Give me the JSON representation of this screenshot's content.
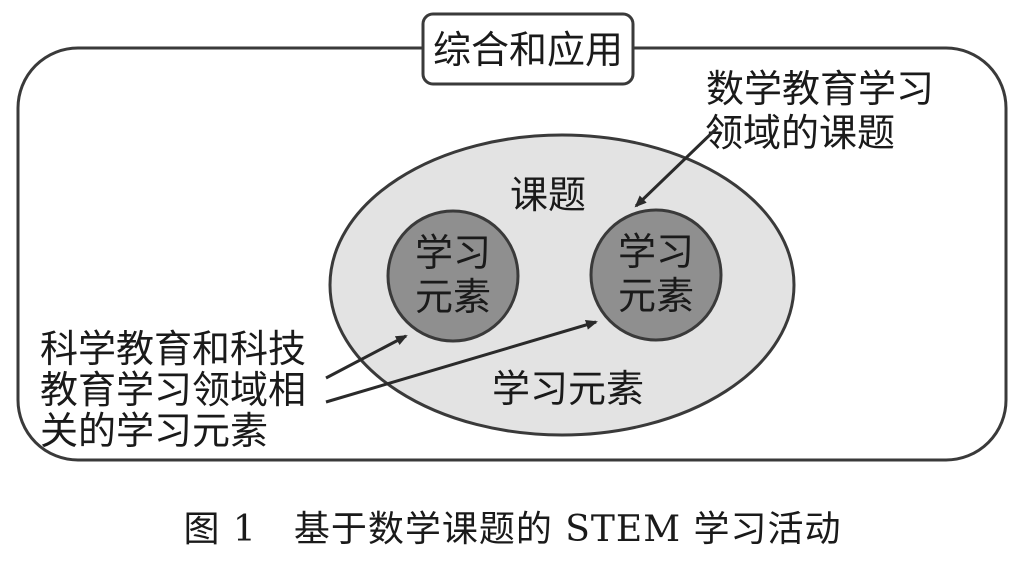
{
  "outer_box": {
    "title": "综合和应用"
  },
  "topic_ellipse": {
    "label": "课题",
    "bottom_label": "学习元素"
  },
  "circles": [
    {
      "line1": "学习",
      "line2": "元素"
    },
    {
      "line1": "学习",
      "line2": "元素"
    }
  ],
  "annotation_top": {
    "line1": "数学教育学习",
    "line2": "领域的课题"
  },
  "annotation_left": {
    "line1": "科学教育和科技",
    "line2": "教育学习领域相",
    "line3": "关的学习元素"
  },
  "caption": {
    "text": "图 1　基于数学课题的 STEM 学习活动"
  },
  "colors": {
    "outer_stroke": "#3a3a3a",
    "ellipse_fill": "#e3e3e3",
    "circle_fill": "#8f8f8f",
    "text": "#1a1a1a"
  }
}
